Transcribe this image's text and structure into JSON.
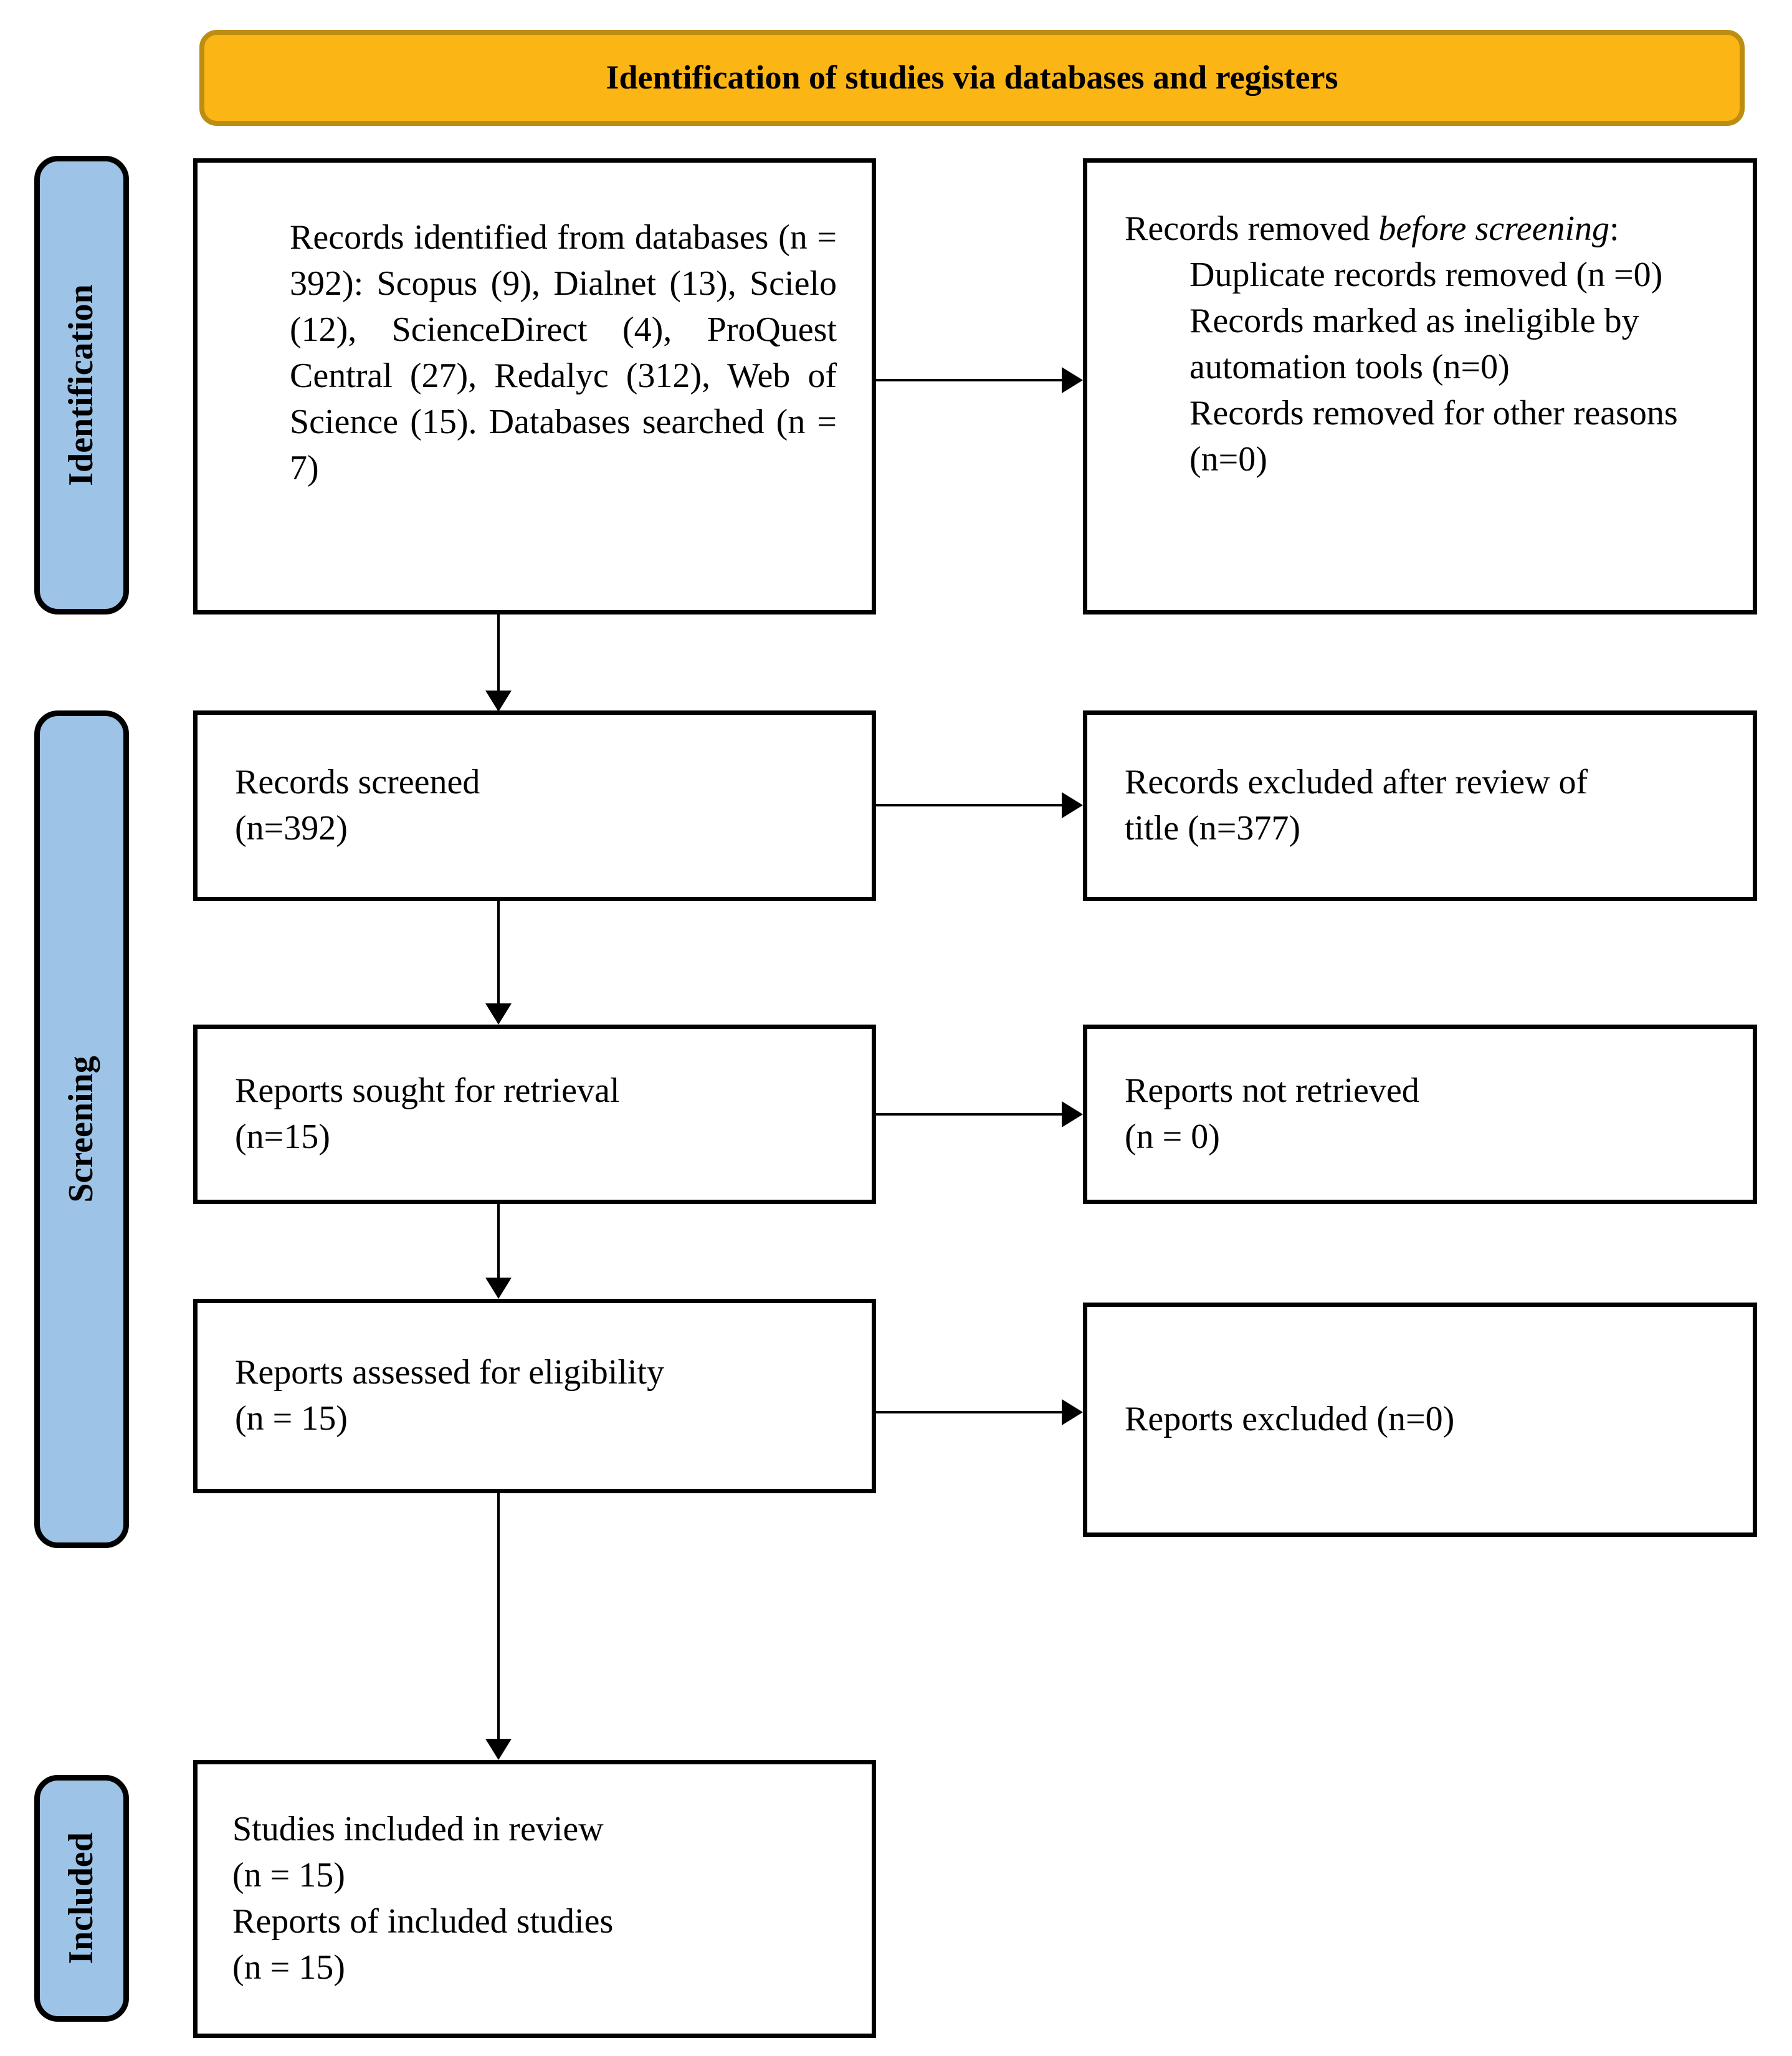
{
  "colors": {
    "background": "#FFFFFF",
    "banner_fill": "#FBB515",
    "banner_border": "#BD8D12",
    "stage_fill": "#9DC3E6",
    "stage_border": "#000000",
    "box_border": "#000000",
    "arrow": "#000000",
    "text": "#000000"
  },
  "banner": {
    "title": "Identification of studies via databases and registers"
  },
  "stages": [
    {
      "label": "Identification"
    },
    {
      "label": "Screening"
    },
    {
      "label": "Included"
    }
  ],
  "boxes": {
    "records_identified": {
      "text": "Records identified from databases (n = 392): Scopus (9), Dialnet (13), Scielo (12), ScienceDirect (4), ProQuest Central (27), Redalyc (312), Web of Science (15). Databases searched (n = 7)"
    },
    "records_removed": {
      "intro_prefix": "Records removed ",
      "intro_italic": "before screening",
      "intro_suffix": ":",
      "items": [
        "Duplicate records removed (n =0)",
        "Records marked as ineligible by automation tools (n=0)",
        "Records removed for other reasons (n=0)"
      ]
    },
    "records_screened": {
      "lines": [
        "Records screened",
        "(n=392)"
      ]
    },
    "records_excluded": {
      "lines": [
        "Records excluded after review of",
        "title (n=377)"
      ]
    },
    "reports_sought": {
      "lines": [
        "Reports sought for retrieval",
        "(n=15)"
      ]
    },
    "reports_not_retrieved": {
      "lines": [
        "Reports not retrieved",
        "(n = 0)"
      ]
    },
    "reports_assessed": {
      "lines": [
        "Reports assessed for eligibility",
        "(n = 15)"
      ]
    },
    "reports_excluded": {
      "lines": [
        "Reports excluded (n=0)"
      ]
    },
    "studies_included": {
      "lines": [
        "Studies included in review",
        "(n = 15)",
        "Reports of included studies",
        "(n = 15)"
      ]
    }
  }
}
